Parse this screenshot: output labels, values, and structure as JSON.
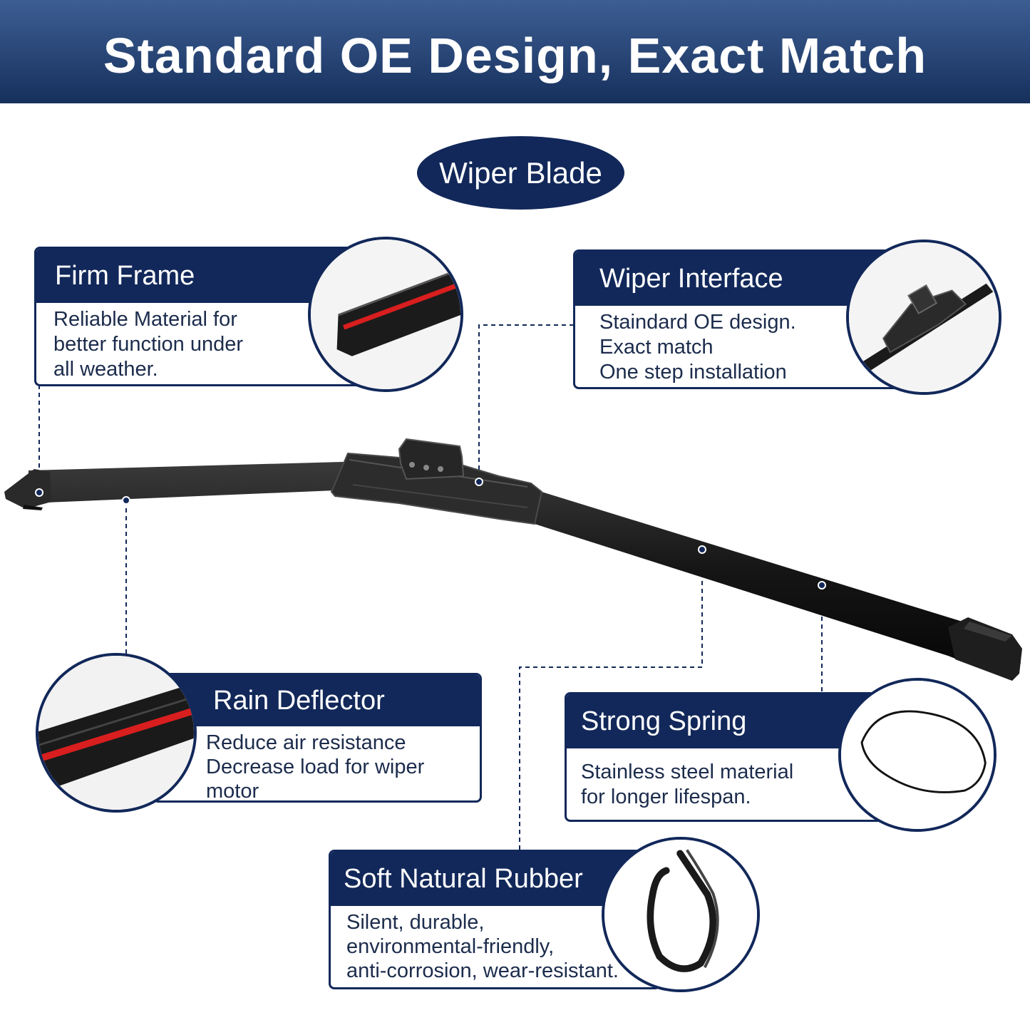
{
  "header": {
    "title": "Standard OE Design, Exact Match"
  },
  "product_label": "Wiper Blade",
  "colors": {
    "navy": "#12285a",
    "header_top": "#3d5e93",
    "header_bottom": "#16305c",
    "accent_red": "#d81e1e"
  },
  "features": {
    "firm_frame": {
      "title": "Firm Frame",
      "lines": [
        "Reliable Material for",
        "better function under",
        "all weather."
      ],
      "icon": "frame-closeup-image"
    },
    "wiper_interface": {
      "title": "Wiper Interface",
      "lines": [
        "Staindard OE design.",
        "Exact match",
        "One step installation"
      ],
      "icon": "connector-closeup-image"
    },
    "rain_deflector": {
      "title": "Rain Deflector",
      "lines": [
        "Reduce air resistance",
        "Decrease load for wiper",
        "motor"
      ],
      "icon": "deflector-closeup-image"
    },
    "strong_spring": {
      "title": "Strong Spring",
      "lines": [
        "Stainless steel material",
        "for longer lifespan."
      ],
      "icon": "spring-steel-image"
    },
    "soft_rubber": {
      "title": "Soft Natural Rubber",
      "lines": [
        "Silent, durable,",
        "environmental-friendly,",
        "anti-corrosion, wear-resistant."
      ],
      "icon": "rubber-strip-image"
    }
  }
}
